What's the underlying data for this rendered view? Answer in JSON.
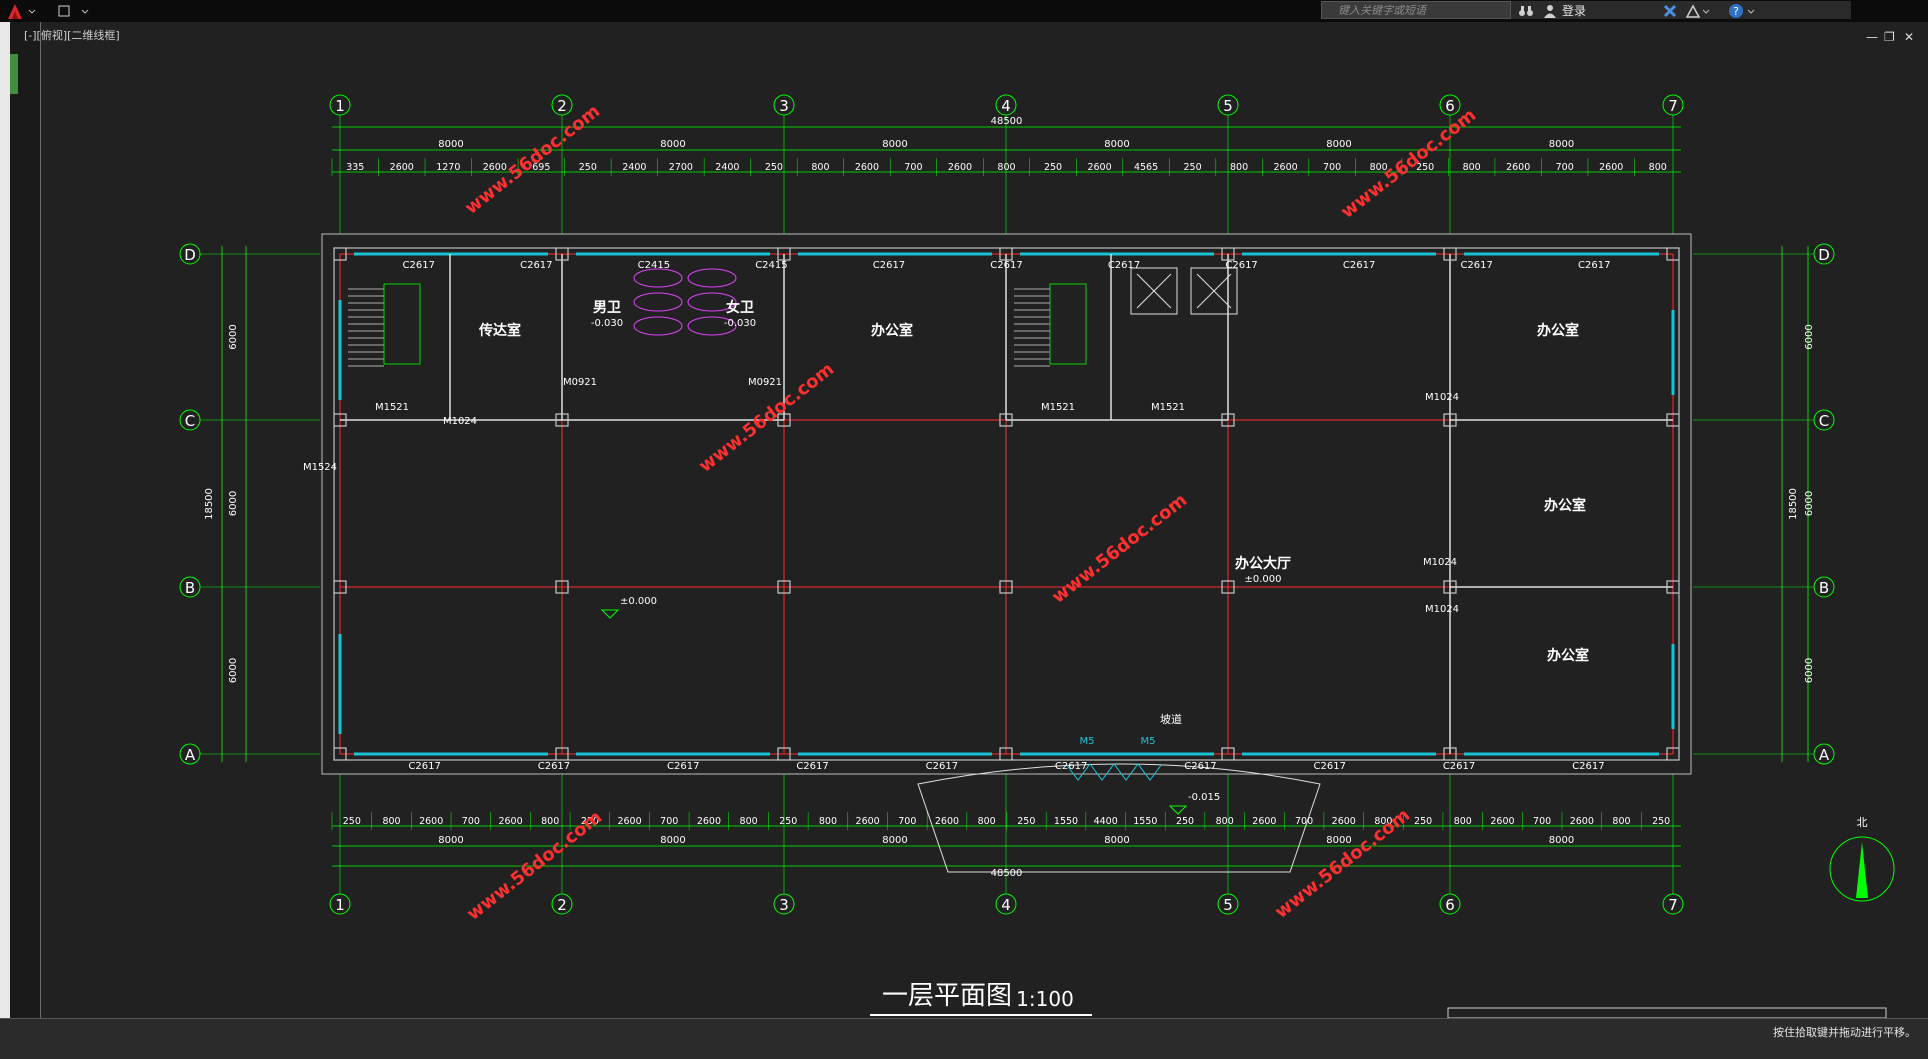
{
  "app": {
    "search_placeholder": "键入关键字或短语",
    "login_label": "登录",
    "viewport_label": "[-][俯视][二维线框]",
    "status_text": "按住拾取键并拖动进行平移。"
  },
  "icons": {
    "app_menu": "autocad-logo-icon",
    "quick_access": "save-icon",
    "binoculars": "binoculars-icon",
    "user": "user-icon",
    "exchange": "x-exchange-icon",
    "a360": "a360-icon",
    "help": "help-icon",
    "minimize": "minimize-icon",
    "restore": "restore-icon",
    "close": "close-icon",
    "north": "north-arrow-icon"
  },
  "colors": {
    "background": "#212121",
    "axis": "#ffffff",
    "dimension": "#00ff00",
    "grid": "#ff2b2b",
    "window": "#19c3d6",
    "fixture": "#e040fb",
    "column": "#c8c8c8",
    "text": "#ffffff"
  },
  "drawing": {
    "title": "一层平面图",
    "scale": "1:100",
    "watermark": "www.56doc.com",
    "axes_x": [
      "1",
      "2",
      "3",
      "4",
      "5",
      "6",
      "7"
    ],
    "axes_y": [
      "D",
      "C",
      "B",
      "A"
    ],
    "total_dim": "48500",
    "bay_dims": [
      "8000",
      "8000",
      "8000",
      "8000",
      "8000",
      "8000"
    ],
    "side_total": "18500",
    "side_bays": [
      "6000",
      "6000",
      "6000"
    ],
    "top_detail": [
      "335",
      "2600",
      "1270",
      "2600",
      "695",
      "250",
      "2400",
      "2700",
      "2400",
      "250",
      "800",
      "2600",
      "700",
      "2600",
      "800",
      "250",
      "2600",
      "4565",
      "250",
      "800",
      "2600",
      "700",
      "800",
      "250",
      "800",
      "2600",
      "700",
      "2600",
      "800"
    ],
    "bottom_detail": [
      "250",
      "800",
      "2600",
      "700",
      "2600",
      "800",
      "250",
      "2600",
      "700",
      "2600",
      "800",
      "250",
      "800",
      "2600",
      "700",
      "2600",
      "800",
      "250",
      "1550",
      "4400",
      "1550",
      "250",
      "800",
      "2600",
      "700",
      "2600",
      "800",
      "250",
      "800",
      "2600",
      "700",
      "2600",
      "800",
      "250"
    ],
    "rooms": [
      {
        "name": "传达室"
      },
      {
        "name": "男卫",
        "level": "-0.030"
      },
      {
        "name": "女卫",
        "level": "-0.030"
      },
      {
        "name": "办公室"
      },
      {
        "name": "办公室"
      },
      {
        "name": "办公室"
      },
      {
        "name": "办公室"
      },
      {
        "name": "办公大厅",
        "level": "±0.000"
      }
    ],
    "windows_top": [
      "C2617",
      "C2617",
      "C2415",
      "C2415",
      "C2617",
      "C2617",
      "C2617",
      "C2617",
      "C2617",
      "C2617",
      "C2617"
    ],
    "windows_bottom": [
      "C2617",
      "C2617",
      "C2617",
      "C2617",
      "C2617",
      "C2617",
      "C2617",
      "C2617",
      "C2617",
      "C2617"
    ],
    "doors": [
      "M1521",
      "M1524",
      "M1024",
      "M0921",
      "M0921",
      "M1521",
      "M1521",
      "M1024",
      "M1024",
      "M1024",
      "M5",
      "M5"
    ],
    "levels": [
      "±0.000",
      "-0.015"
    ],
    "ramp_label": "坡道",
    "north_label": "北"
  }
}
